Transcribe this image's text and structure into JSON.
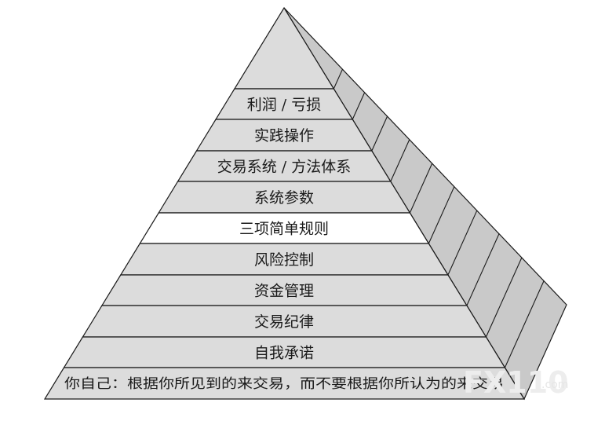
{
  "pyramid": {
    "layers": [
      {
        "label": "利润 / 亏损",
        "highlight": false
      },
      {
        "label": "实践操作",
        "highlight": false
      },
      {
        "label": "交易系统 / 方法体系",
        "highlight": false
      },
      {
        "label": "系统参数",
        "highlight": false
      },
      {
        "label": "三项简单规则",
        "highlight": true
      },
      {
        "label": "风险控制",
        "highlight": false
      },
      {
        "label": "资金管理",
        "highlight": false
      },
      {
        "label": "交易纪律",
        "highlight": false
      },
      {
        "label": "自我承诺",
        "highlight": false
      }
    ],
    "base_label": "你自己：根据你所见到的来交易，而不要根据你所认为的来交易"
  },
  "watermark": {
    "brand": "FX110",
    "suffix": ".com"
  },
  "colors": {
    "layer_fill": "#dcdcdc",
    "highlight_fill": "#ffffff",
    "side_fill": "#c9c9c9",
    "stroke": "#1a1a1a"
  }
}
